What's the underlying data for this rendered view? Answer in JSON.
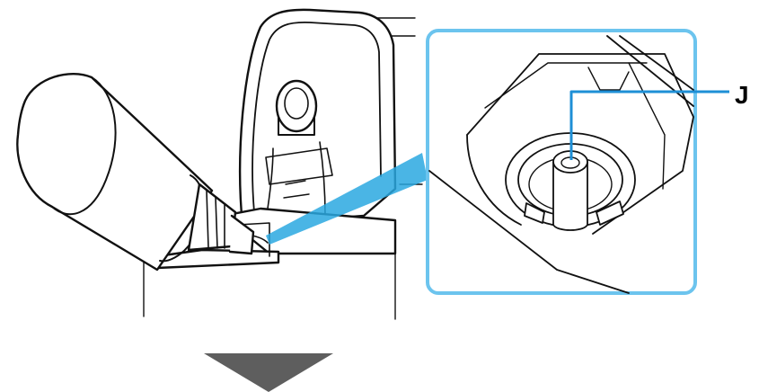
{
  "callout": {
    "label": "J",
    "line_color": "#1e8fd6",
    "frame_color": "#6cc4ee",
    "beam_color": "#2aa8e0"
  },
  "illustration": {
    "main_subject": "ink-bottle-inserted-into-tank-inlet",
    "detail_subject": "ink-inlet-nozzle",
    "step_indicator": "down-arrow"
  },
  "colors": {
    "outline": "#111111",
    "fill": "#ffffff",
    "arrow": "#5e5e5e"
  }
}
